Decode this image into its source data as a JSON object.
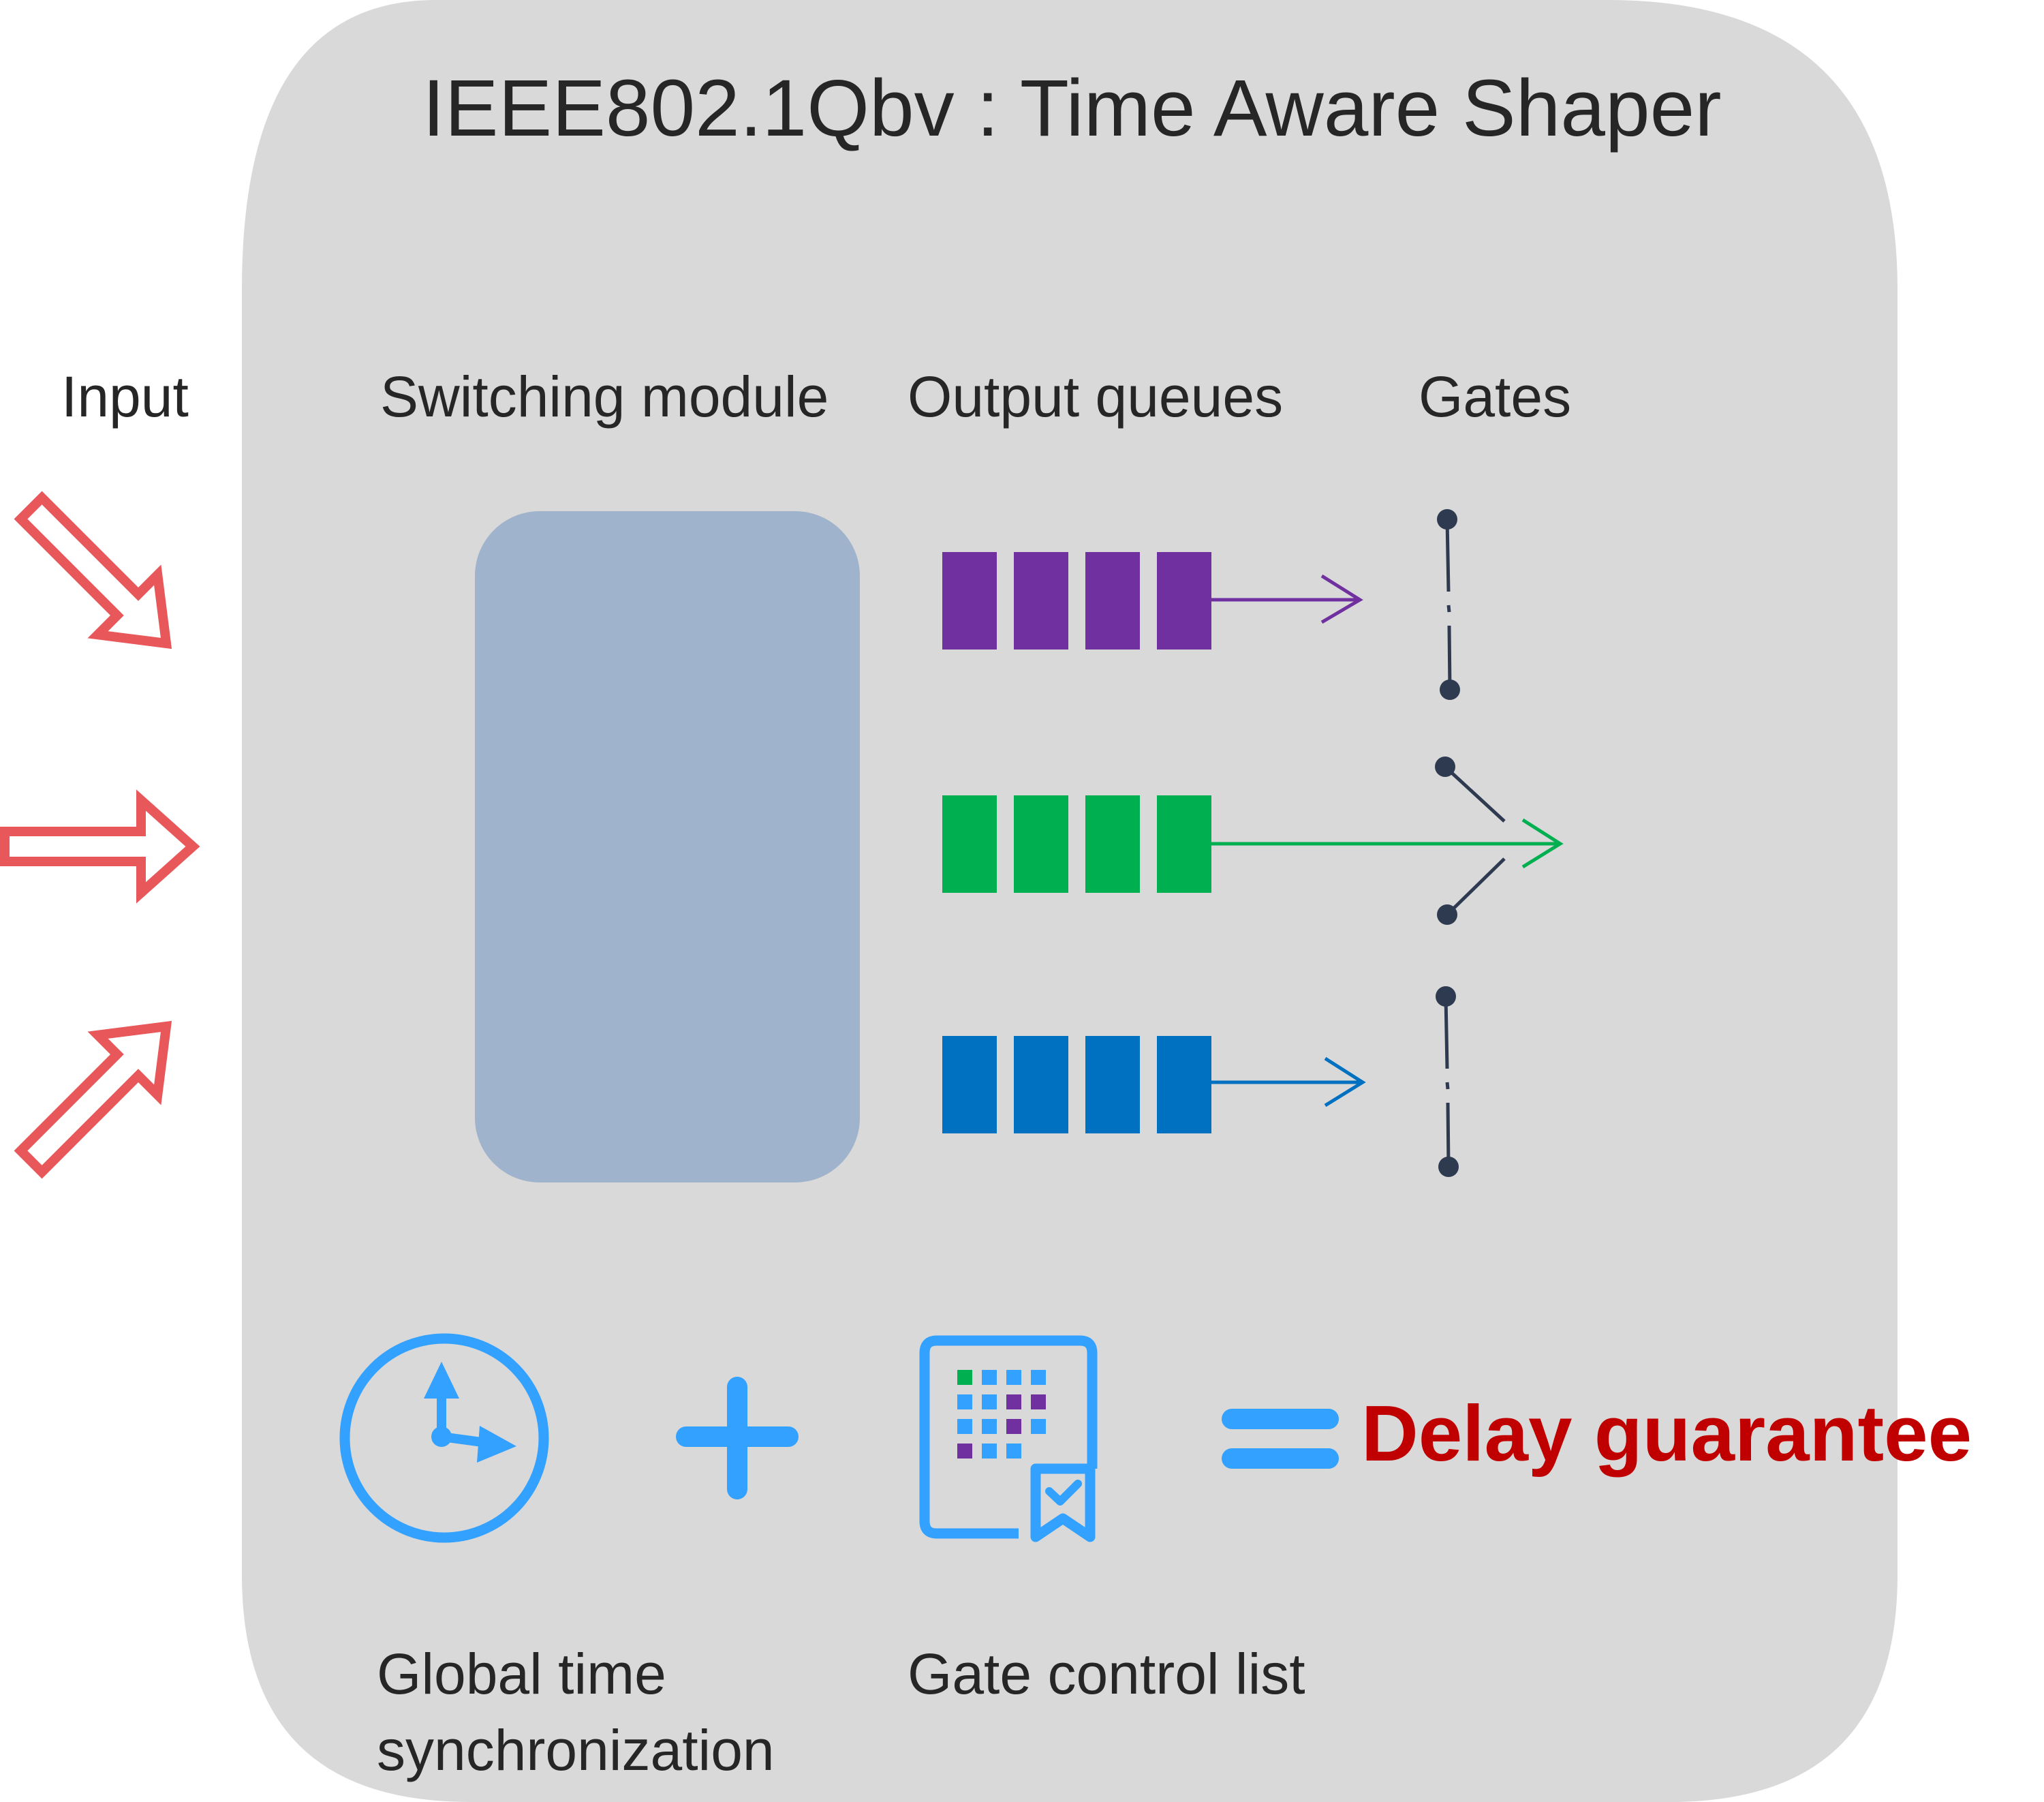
{
  "title": "IEEE802.1Qbv : Time Aware Shaper",
  "labels": {
    "input": "Input",
    "switching_module": "Switching module",
    "output_queues": "Output queues",
    "gates": "Gates",
    "global_time_line1": "Global time",
    "global_time_line2": "synchronization",
    "gate_control_list": "Gate control list",
    "result": "Delay guarantee"
  },
  "queues": [
    {
      "color": "#7030a0",
      "gate": "closed"
    },
    {
      "color": "#00b050",
      "gate": "open"
    },
    {
      "color": "#0070c0",
      "gate": "closed"
    }
  ],
  "colors": {
    "panel": "#d9d9d9",
    "switch_block": "#9fb3cc",
    "input_arrows": "#e8585a",
    "icon_blue": "#33a1ff",
    "result_text": "#c00000",
    "gate_line": "#2e3a4f"
  },
  "icons": [
    "arrow-right-hollow-icon",
    "clock-icon",
    "plus-icon",
    "calendar-grid-check-icon",
    "equals-icon"
  ]
}
